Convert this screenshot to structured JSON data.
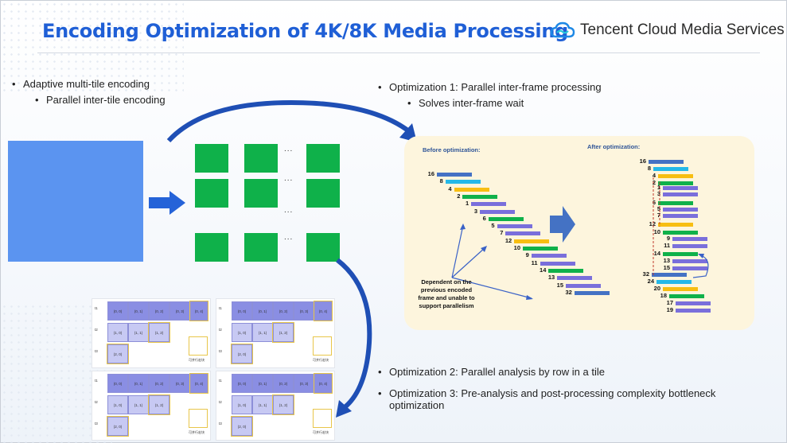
{
  "title": "Encoding Optimization of 4K/8K Media Processing",
  "brand": "Tencent Cloud Media Services",
  "left_bullets": [
    "Adaptive multi-tile encoding",
    "Parallel inter-tile encoding"
  ],
  "opt1": "Optimization 1: Parallel inter-frame processing",
  "opt1_sub": "Solves inter-frame wait",
  "opt2": "Optimization 2: Parallel analysis by row in a tile",
  "opt3": "Optimization 3: Pre-analysis and post-processing complexity bottleneck optimization",
  "ellipsis": "...",
  "panel": {
    "before": "Before optimization:",
    "after": "After optimization:",
    "dependent_note": "Dependent on the previous encoded frame and unable to support parallelism",
    "before_frames": [
      "16",
      "8",
      "4",
      "2",
      "1",
      "3",
      "6",
      "5",
      "7",
      "12",
      "10",
      "9",
      "11",
      "14",
      "13",
      "15",
      "32"
    ],
    "after_frames": [
      "16",
      "8",
      "4",
      "2",
      "1",
      "3",
      "6",
      "5",
      "7",
      "12",
      "10",
      "9",
      "11",
      "14",
      "13",
      "15",
      "32",
      "24",
      "20",
      "18",
      "17",
      "19"
    ]
  },
  "grid": {
    "rows": [
      "t1",
      "t2",
      "t3"
    ],
    "row1": [
      "(0, 0)",
      "(0, 1)",
      "(0, 2)",
      "(0, 3)",
      "(0, 4)"
    ],
    "row2": [
      "(1, 0)",
      "(1, 1)",
      "(1, 2)"
    ],
    "row3": [
      "(2, 0)"
    ],
    "note": "可并行宏块"
  },
  "colors": {
    "accent": "#1f5fd6",
    "green": "#0fb14a",
    "purple": "#7a6fdb",
    "cyan": "#25b8e8",
    "yellow": "#f7be12",
    "blue": "#4472c4"
  }
}
